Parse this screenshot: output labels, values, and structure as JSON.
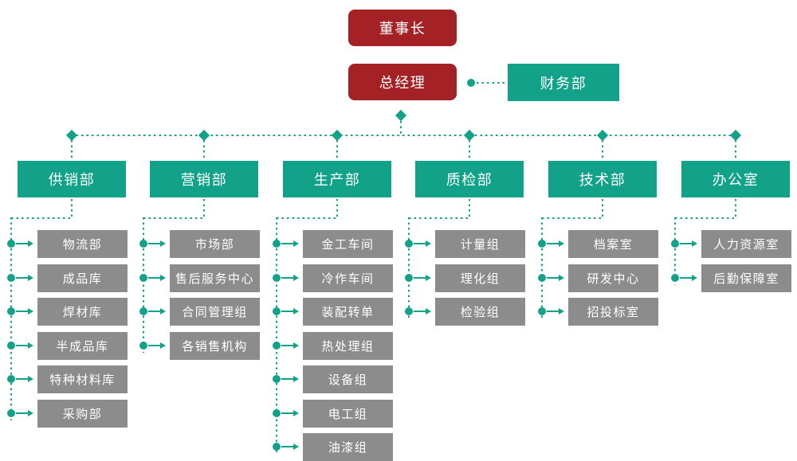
{
  "org": {
    "chairman": "董事长",
    "general_manager": "总经理",
    "finance": "财务部",
    "departments": [
      {
        "label": "供销部",
        "children": [
          "物流部",
          "成品库",
          "焊材库",
          "半成品库",
          "特种材料库",
          "采购部"
        ]
      },
      {
        "label": "营销部",
        "children": [
          "市场部",
          "售后服务中心",
          "合同管理组",
          "各销售机构"
        ]
      },
      {
        "label": "生产部",
        "children": [
          "金工车间",
          "冷作车间",
          "装配转单",
          "热处理组",
          "设备组",
          "电工组",
          "油漆组"
        ]
      },
      {
        "label": "质检部",
        "children": [
          "计量组",
          "理化组",
          "检验组"
        ]
      },
      {
        "label": "技术部",
        "children": [
          "档案室",
          "研发中心",
          "招投标室"
        ]
      },
      {
        "label": "办公室",
        "children": [
          "人力资源室",
          "后勤保障室"
        ]
      }
    ],
    "colors": {
      "executive_red": "#A42226",
      "department_teal": "#12A189",
      "sub_gray": "#8C8C8C",
      "text_white": "#FFFFFF"
    }
  }
}
